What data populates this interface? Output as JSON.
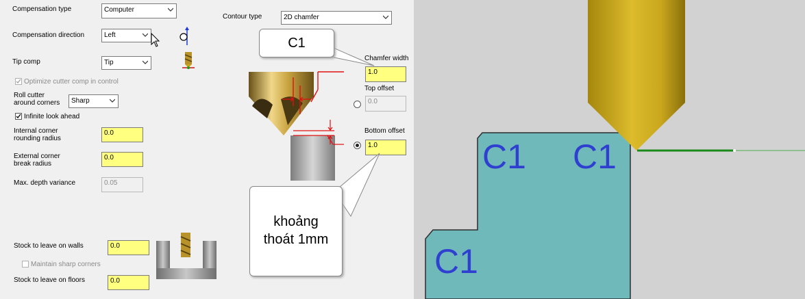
{
  "left": {
    "compensation_type": {
      "label": "Compensation type",
      "value": "Computer"
    },
    "compensation_direction": {
      "label": "Compensation direction",
      "value": "Left"
    },
    "tip_comp": {
      "label": "Tip comp",
      "value": "Tip"
    },
    "optimize": {
      "label": "Optimize cutter comp in control",
      "checked": true,
      "enabled": false
    },
    "roll_cutter": {
      "label_line1": "Roll cutter",
      "label_line2": "around corners",
      "value": "Sharp"
    },
    "infinite_look_ahead": {
      "label": "Infinite look ahead",
      "checked": true
    },
    "internal_corner": {
      "label_line1": "Internal corner",
      "label_line2": "rounding radius",
      "value": "0.0"
    },
    "external_corner": {
      "label_line1": "External corner",
      "label_line2": "break radius",
      "value": "0.0"
    },
    "max_depth": {
      "label": "Max. depth variance",
      "value": "0.05"
    },
    "stock_walls": {
      "label": "Stock to leave on walls",
      "value": "0.0"
    },
    "maintain_sharp": {
      "label": "Maintain sharp corners",
      "checked": false
    },
    "stock_floors": {
      "label": "Stock to leave on floors",
      "value": "0.0"
    }
  },
  "middle": {
    "contour_type": {
      "label": "Contour type",
      "value": "2D chamfer"
    },
    "chamfer_width": {
      "label": "Chamfer width",
      "value": "1.0"
    },
    "top_offset": {
      "label": "Top offset",
      "value": "0.0",
      "selected": false
    },
    "bottom_offset": {
      "label": "Bottom offset",
      "value": "1.0",
      "selected": true
    },
    "callout_c1": "C1",
    "callout_note_line1": "khoảng",
    "callout_note_line2": "thoát 1mm"
  },
  "viewport": {
    "labels": [
      "C1",
      "C1",
      "C1"
    ],
    "colors": {
      "part": "#6fb9bb",
      "tool": "#c9a41a",
      "toolpath": "#1a8a1a",
      "text": "#2f3fd0"
    }
  }
}
